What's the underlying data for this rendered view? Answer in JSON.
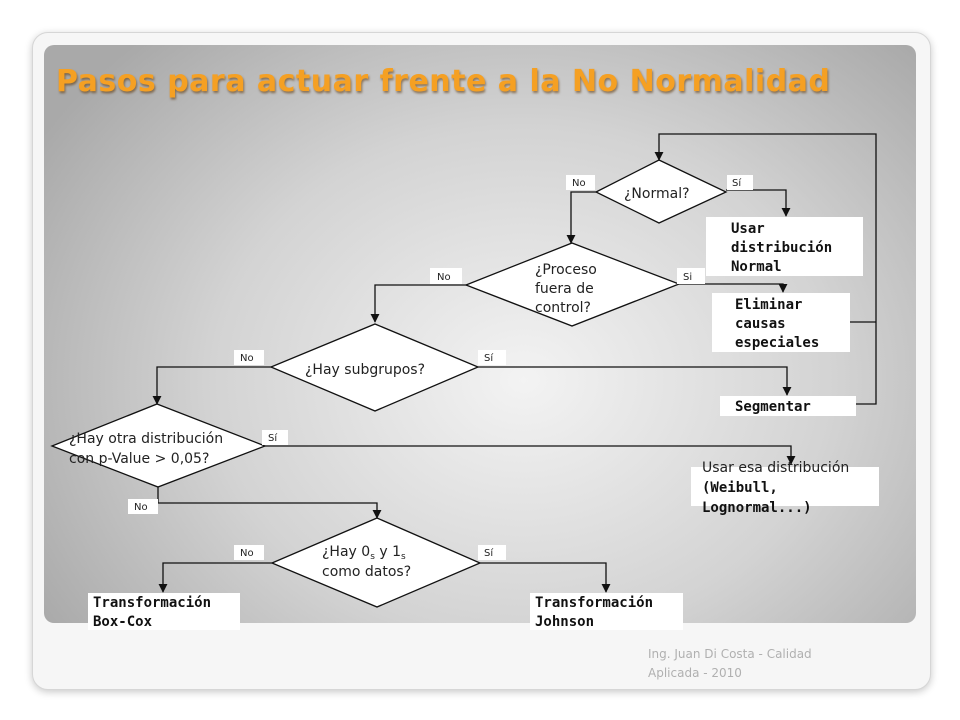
{
  "title": "Pasos para actuar frente a la No Normalidad",
  "footer": "Ing. Juan Di Costa - Calidad Aplicada - 2010",
  "decisions": {
    "normal": {
      "text": "¿Normal?",
      "no": "No",
      "yes": "Sí"
    },
    "proceso": {
      "line1": "¿Proceso",
      "line2": "fuera de",
      "line3": "control?",
      "no": "No",
      "yes": "Si"
    },
    "subgrupos": {
      "text": "¿Hay subgrupos?",
      "no": "No",
      "yes": "Sí"
    },
    "otra": {
      "line1": "¿Hay otra distribución",
      "line2": "con p-Value > 0,05?",
      "yes": "Sí",
      "no": "No"
    },
    "ceros": {
      "pre": "¿Hay 0",
      "sub1": "s",
      "mid": " y 1",
      "sub2": "s",
      "line2": "como datos?",
      "no": "No",
      "yes": "Sí"
    }
  },
  "results": {
    "normal": {
      "line1": "Usar",
      "line2": "distribución",
      "line3": "Normal"
    },
    "eliminar": {
      "line1": "Eliminar",
      "line2": "causas",
      "line3": "especiales"
    },
    "segmentar": {
      "text": "Segmentar"
    },
    "usar_esa": {
      "line1": "Usar esa distribución",
      "line2": "(Weibull,",
      "line3": "Lognormal...)"
    },
    "boxcox": {
      "line1": "Transformación",
      "line2": "Box-Cox"
    },
    "johnson": {
      "line1": "Transformación",
      "line2": "Johnson"
    }
  }
}
